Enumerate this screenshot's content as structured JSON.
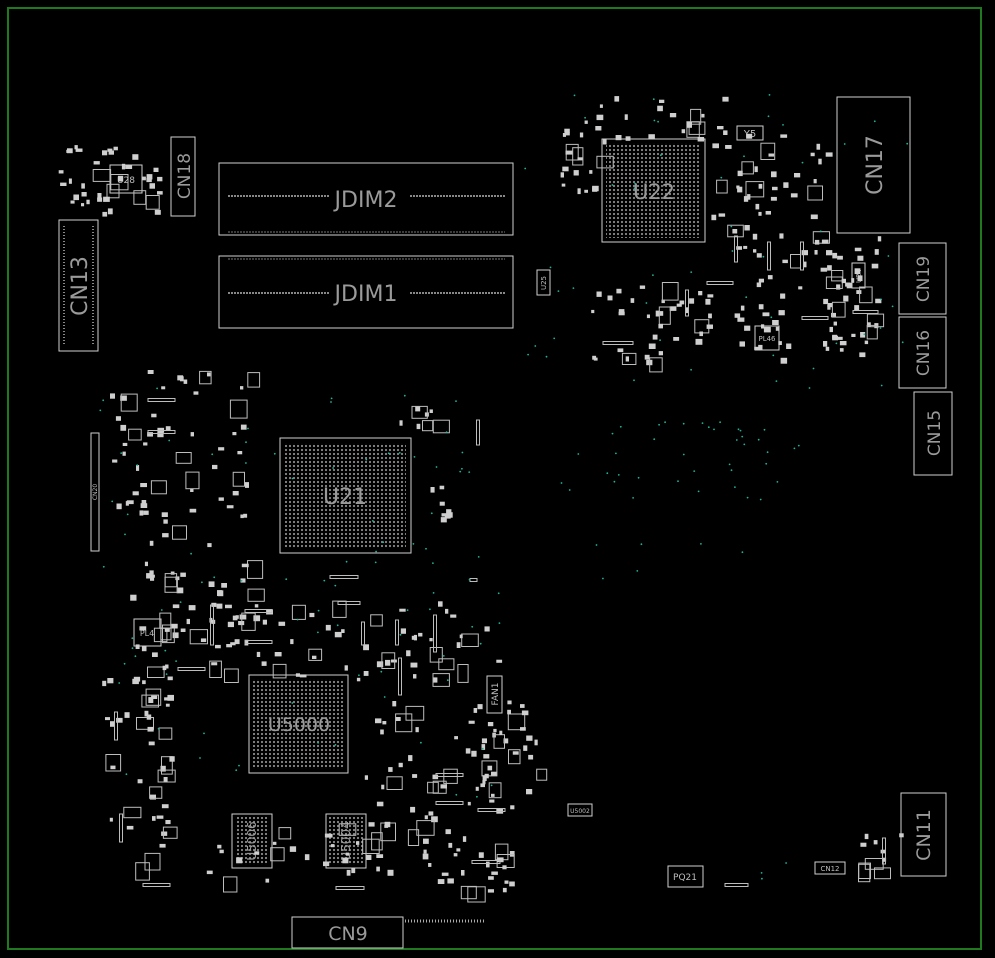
{
  "labels": {
    "jdim2": "JDIM2",
    "jdim1": "JDIM1",
    "cn13": "CN13",
    "cn18": "CN18",
    "u28": "U28",
    "u22": "U22",
    "y5": "Y5",
    "cn17": "CN17",
    "cn19": "CN19",
    "cn16": "CN16",
    "cn15": "CN15",
    "u21": "U21",
    "u5000": "U5000",
    "u5006": "U5006",
    "u5004": "U5004",
    "fan1": "FAN1",
    "cn9": "CN9",
    "cn11": "CN11",
    "cn12": "CN12",
    "pq21": "PQ21",
    "pl4": "PL4",
    "pl46": "PL46",
    "u24": "U24",
    "u25": "U25",
    "u5002": "U5002",
    "cn20": "CN20"
  },
  "colors": {
    "background": "#000000",
    "board_outline": "#1f7a1f",
    "silkscreen": "#cfcfcf",
    "via": "#1fb39a"
  }
}
